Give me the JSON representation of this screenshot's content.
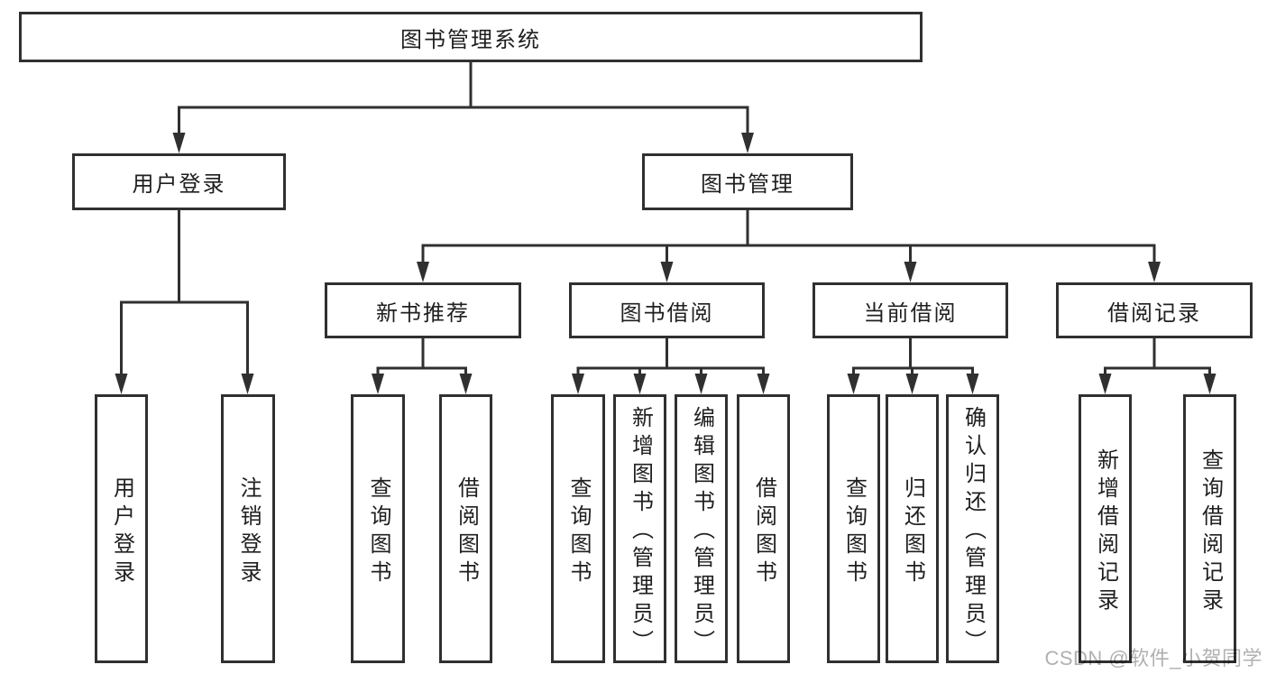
{
  "diagram": {
    "root": "图书管理系统",
    "level1": [
      "用户登录",
      "图书管理"
    ],
    "level2": [
      "新书推荐",
      "图书借阅",
      "当前借阅",
      "借阅记录"
    ],
    "leaves": {
      "user_login": [
        "用户登录",
        "注销登录"
      ],
      "new_book": [
        "查询图书",
        "借阅图书"
      ],
      "book_borrow": [
        "查询图书",
        "新增图书（管理员）",
        "编辑图书（管理员）",
        "借阅图书"
      ],
      "current_borrow": [
        "查询图书",
        "归还图书",
        "确认归还（管理员）"
      ],
      "borrow_record": [
        "新增借阅记录",
        "查询借阅记录"
      ]
    }
  },
  "watermark": "CSDN @软件_小贺同学",
  "colors": {
    "line": "#303030",
    "text": "#1f1f1f",
    "watermark": "#b0b0b0",
    "background": "#ffffff"
  }
}
